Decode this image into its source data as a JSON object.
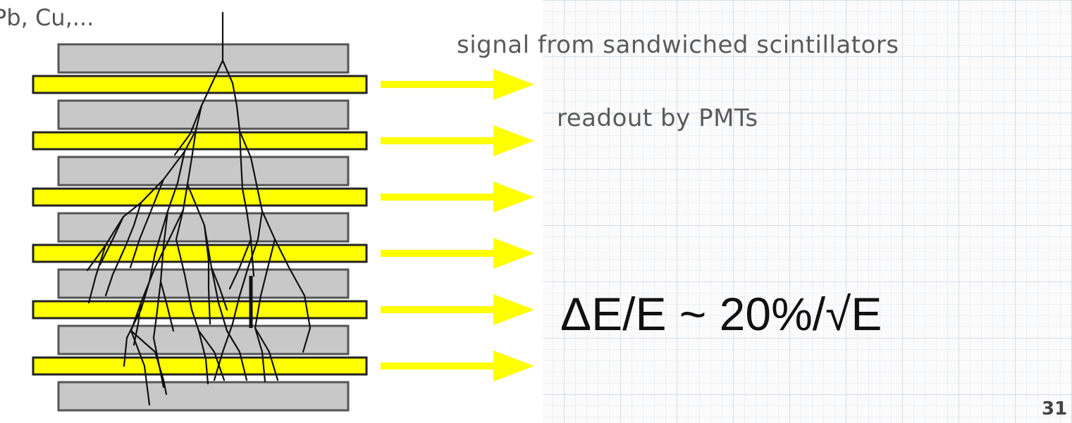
{
  "slide": {
    "materials_label": "Pb, Cu,...",
    "signal_text": "signal from sandwiched scintillators",
    "readout_text": "readout by PMTs",
    "resolution_formula": "ΔE/E ~ 20%/√E",
    "page_number": "31"
  },
  "diagram": {
    "absorber_color": "#c8c8c8",
    "scintillator_color": "#ffff00",
    "arrow_color": "#ffff00",
    "shower_color": "#111111",
    "absorber_layers": 7,
    "scintillator_layers": 6
  }
}
